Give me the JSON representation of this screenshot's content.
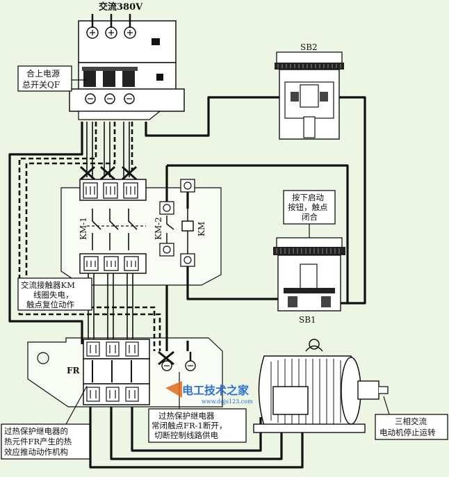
{
  "supply_label": "交流380V",
  "qf_note": {
    "line1": "合上电源",
    "line2": "总开关QF"
  },
  "sb2_label": "SB2",
  "sb1_label": "SB1",
  "sb1_note": {
    "line1": "按下启动",
    "line2": "按钮，触点",
    "line3": "闭合"
  },
  "km1_label": "KM-1",
  "km2_label": "KM-2",
  "km_coil_label": "KM",
  "km_note": {
    "line1": "交流接触器KM",
    "line2": "线圈失电，",
    "line3": "触点复位动作"
  },
  "fr_label": "FR",
  "fr1_note": {
    "line1": "过热保护继电器",
    "line2": "常闭触点FR-1断开，",
    "line3": "切断控制线路供电"
  },
  "fr_note": {
    "line1": "过热保护继电器的",
    "line2": "热元件FR产生的热",
    "line3": "效应推动动作机构"
  },
  "motor_note": {
    "line1": "三相交流",
    "line2": "电动机停止运转"
  },
  "watermark": {
    "title": "电工技术之家",
    "url": "www.dgjs123.com"
  },
  "colors": {
    "background": "#edf6e4",
    "line": "#111111",
    "watermark": "#2a6fd6"
  }
}
